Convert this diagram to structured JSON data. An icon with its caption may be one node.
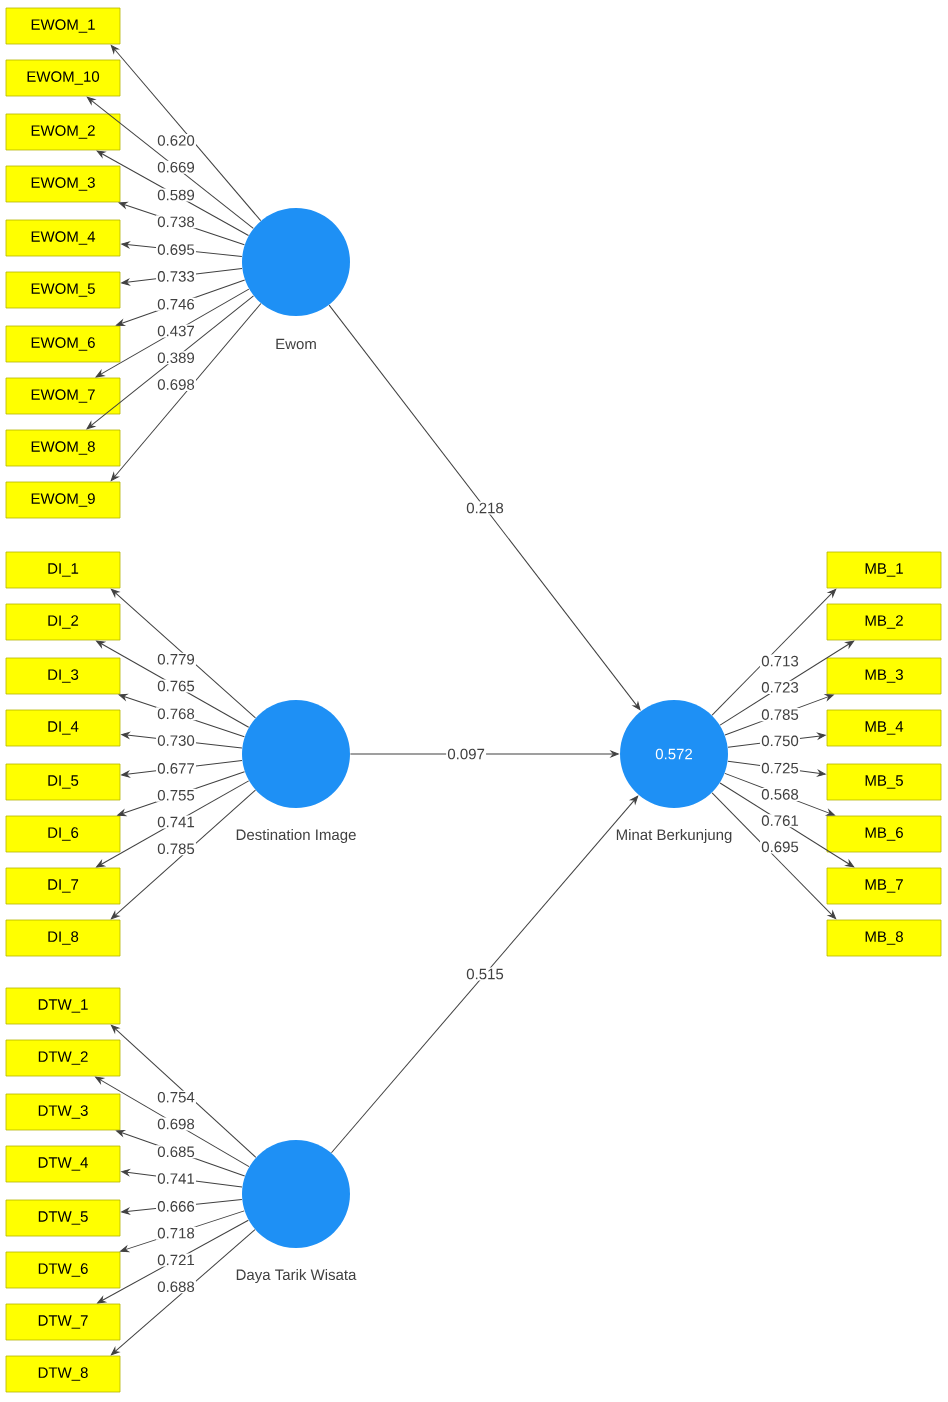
{
  "diagram": {
    "nodes": [
      {
        "text": [
          "EWOM_1"
        ]
      },
      {
        "text": [
          "EWOM_10"
        ]
      },
      {
        "text": [
          "EWOM_2"
        ]
      },
      {
        "text": [
          "EWOM_3"
        ]
      },
      {
        "text": [
          "EWOM_4"
        ]
      },
      {
        "text": [
          "EWOM_5"
        ]
      },
      {
        "text": [
          "EWOM_6"
        ]
      },
      {
        "text": [
          "EWOM_7"
        ]
      },
      {
        "text": [
          "EWOM_8"
        ]
      },
      {
        "text": [
          "EWOM_9"
        ]
      },
      {
        "text": [],
        "shape": "circle",
        "beside": [
          "Ewom"
        ]
      },
      {
        "text": [
          "DI_1"
        ]
      },
      {
        "text": [
          "DI_2"
        ]
      },
      {
        "text": [
          "DI_3"
        ]
      },
      {
        "text": [
          "DI_4"
        ]
      },
      {
        "text": [
          "DI_5"
        ]
      },
      {
        "text": [
          "DI_6"
        ]
      },
      {
        "text": [
          "DI_7"
        ]
      },
      {
        "text": [
          "DI_8"
        ]
      },
      {
        "text": [],
        "shape": "circle",
        "beside": [
          "Destination Image"
        ]
      },
      {
        "text": [
          "0.572"
        ],
        "beside": [
          "Minat Berkunjung"
        ]
      },
      {
        "text": [
          "MB_1"
        ]
      },
      {
        "text": [
          "MB_2"
        ]
      },
      {
        "text": [
          "MB_3"
        ]
      },
      {
        "text": [
          "MB_4"
        ]
      },
      {
        "text": [
          "MB_5"
        ]
      },
      {
        "text": [
          "MB_6"
        ]
      },
      {
        "text": [
          "MB_7"
        ]
      },
      {
        "text": [
          "MB_8"
        ]
      },
      {
        "text": [
          "DTW_1"
        ]
      },
      {
        "text": [
          "DTW_2"
        ]
      },
      {
        "text": [
          "DTW_3"
        ]
      },
      {
        "text": [
          "DTW_4"
        ]
      },
      {
        "text": [
          "DTW_5"
        ]
      },
      {
        "text": [
          "DTW_6"
        ]
      },
      {
        "text": [
          "DTW_7"
        ]
      },
      {
        "text": [
          "DTW_8"
        ]
      },
      {
        "text": [],
        "shape": "circle",
        "beside": [
          "Daya Tarik Wisata"
        ]
      }
    ],
    "edges": [
      {
        "from": 10,
        "to": 0,
        "arrow": "to",
        "label": "0.620"
      },
      {
        "from": 10,
        "to": 1,
        "arrow": "to",
        "label": "0.669"
      },
      {
        "from": 10,
        "to": 2,
        "arrow": "to",
        "label": "0.589"
      },
      {
        "from": 10,
        "to": 3,
        "arrow": "to",
        "label": "0.738"
      },
      {
        "from": 10,
        "to": 4,
        "arrow": "to",
        "label": "0.695"
      },
      {
        "from": 10,
        "to": 5,
        "arrow": "to",
        "label": "0.733"
      },
      {
        "from": 10,
        "to": 6,
        "arrow": "to",
        "label": "0.746"
      },
      {
        "from": 10,
        "to": 7,
        "arrow": "to",
        "label": "0.437"
      },
      {
        "from": 10,
        "to": 8,
        "arrow": "to",
        "label": "0.389"
      },
      {
        "from": 10,
        "to": 9,
        "arrow": "to",
        "label": "0.698"
      },
      {
        "from": 19,
        "to": 11,
        "arrow": "to",
        "label": "0.779"
      },
      {
        "from": 19,
        "to": 12,
        "arrow": "to",
        "label": "0.765"
      },
      {
        "from": 19,
        "to": 13,
        "arrow": "to",
        "label": "0.768"
      },
      {
        "from": 19,
        "to": 14,
        "arrow": "to",
        "label": "0.730"
      },
      {
        "from": 19,
        "to": 15,
        "arrow": "to",
        "label": "0.677"
      },
      {
        "from": 19,
        "to": 16,
        "arrow": "to",
        "label": "0.755"
      },
      {
        "from": 19,
        "to": 17,
        "arrow": "to",
        "label": "0.741"
      },
      {
        "from": 19,
        "to": 18,
        "arrow": "to",
        "label": "0.785"
      },
      {
        "from": 20,
        "to": 21,
        "arrow": "to",
        "label": "0.713"
      },
      {
        "from": 20,
        "to": 22,
        "arrow": "to",
        "label": "0.723"
      },
      {
        "from": 20,
        "to": 23,
        "arrow": "to",
        "label": "0.785"
      },
      {
        "from": 20,
        "to": 24,
        "arrow": "to",
        "label": "0.750"
      },
      {
        "from": 20,
        "to": 25,
        "arrow": "to",
        "label": "0.725"
      },
      {
        "from": 20,
        "to": 26,
        "arrow": "to",
        "label": "0.568"
      },
      {
        "from": 20,
        "to": 27,
        "arrow": "to",
        "label": "0.761"
      },
      {
        "from": 20,
        "to": 28,
        "arrow": "to",
        "label": "0.695"
      },
      {
        "from": 37,
        "to": 29,
        "arrow": "to",
        "label": "0.754"
      },
      {
        "from": 37,
        "to": 30,
        "arrow": "to",
        "label": "0.698"
      },
      {
        "from": 37,
        "to": 31,
        "arrow": "to",
        "label": "0.685"
      },
      {
        "from": 37,
        "to": 32,
        "arrow": "to",
        "label": "0.741"
      },
      {
        "from": 37,
        "to": 33,
        "arrow": "to",
        "label": "0.666"
      },
      {
        "from": 37,
        "to": 34,
        "arrow": "to",
        "label": "0.718"
      },
      {
        "from": 37,
        "to": 35,
        "arrow": "to",
        "label": "0.721"
      },
      {
        "from": 37,
        "to": 36,
        "arrow": "to",
        "label": "0.688"
      },
      {
        "from": 10,
        "to": 20,
        "arrow": "to",
        "label": "0.218"
      },
      {
        "from": 19,
        "to": 20,
        "arrow": "to",
        "label": "0.097"
      },
      {
        "from": 37,
        "to": 20,
        "arrow": "to",
        "label": "0.515"
      }
    ]
  }
}
